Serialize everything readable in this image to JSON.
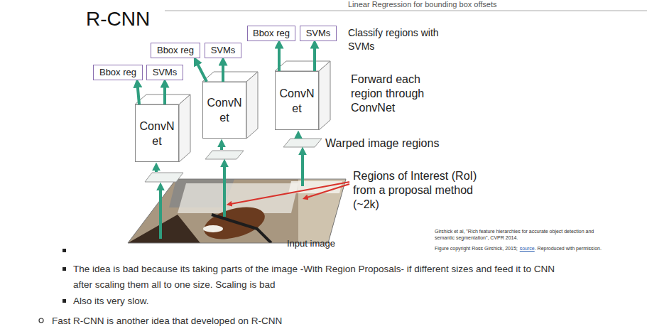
{
  "diagram": {
    "title": "R-CNN",
    "nodes": [
      {
        "text": [
          "Bbox reg"
        ]
      },
      {
        "text": [
          "SVMs"
        ]
      },
      {
        "text": [
          "Bbox reg"
        ]
      },
      {
        "text": [
          "SVMs"
        ]
      },
      {
        "text": [
          "Bbox reg"
        ]
      },
      {
        "text": [
          "SVMs"
        ]
      },
      {
        "text": [
          "ConvN et"
        ]
      },
      {
        "text": [
          "ConvN et"
        ]
      },
      {
        "text": [
          "ConvN et"
        ]
      }
    ],
    "edges": [
      {
        "from": 6,
        "to": 0,
        "arrow": "to"
      },
      {
        "from": 6,
        "to": 1,
        "arrow": "to"
      },
      {
        "from": 7,
        "to": 2,
        "arrow": "to"
      },
      {
        "from": 7,
        "to": 3,
        "arrow": "to"
      },
      {
        "from": 8,
        "to": 4,
        "arrow": "to"
      },
      {
        "from": 8,
        "to": 5,
        "arrow": "to"
      }
    ],
    "labels": [
      "Linear Regression for bounding box offsets",
      "Classify regions with SVMs",
      "Forward each region through ConvNet",
      "Warped image regions",
      "Regions of Interest (RoI) from a proposal method (~2k)",
      "Input image",
      "Girshick et al, \"Rich feature hierarchies for accurate object detection and semantic segmentation\", CVPR 2014.",
      "Figure copyright Ross Girshick, 2015;",
      "source",
      ". Reproduced with permission.",
      "The idea is bad because its taking parts of the image -With Region Proposals- if different sizes and feed it to CNN after scaling them all to one size. Scaling is bad",
      "Also its very slow.",
      "Fast R-CNN is another idea that developed on R-CNN"
    ]
  }
}
